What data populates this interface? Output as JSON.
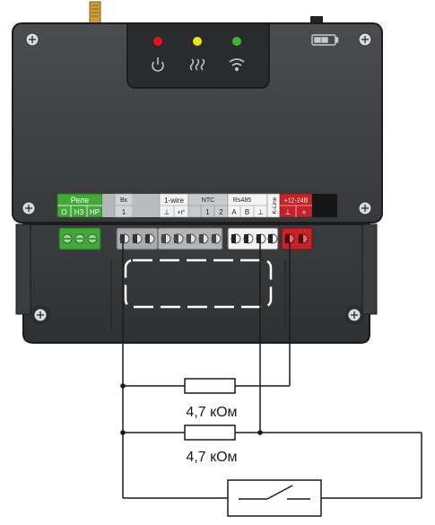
{
  "terminal_labels": {
    "relay_title": "Реле",
    "relay_o": "О",
    "relay_nz": "НЗ",
    "relay_nr": "НР",
    "input_title": "Вх",
    "input_1": "1",
    "onewire_title": "1-wire",
    "onewire_gnd": "⊥",
    "onewire_plus": "+t°",
    "ntc_title": "NTC",
    "ntc_1": "1",
    "ntc_2": "2",
    "rs485_title": "Rs485",
    "rs485_a": "A",
    "rs485_b": "B",
    "rs485_gnd": "⊥",
    "kline": "K-Line",
    "power_title": "+12-24В",
    "power_gnd": "⊥",
    "power_plus": "+"
  },
  "resistors": {
    "r1_label": "4,7 кОм",
    "r2_label": "4,7 кОм"
  },
  "indicators": {
    "led_red": "#e1141c",
    "led_yellow": "#f2e216",
    "led_green": "#3fb23a"
  },
  "icons": {
    "power": "power-icon",
    "heat": "heating-icon",
    "wifi": "wifi-icon",
    "battery": "battery-icon"
  },
  "colors": {
    "case": "#3e4043",
    "panel": "#2b2c2e",
    "relay_green": "#43a83a",
    "power_red": "#c4232a"
  }
}
